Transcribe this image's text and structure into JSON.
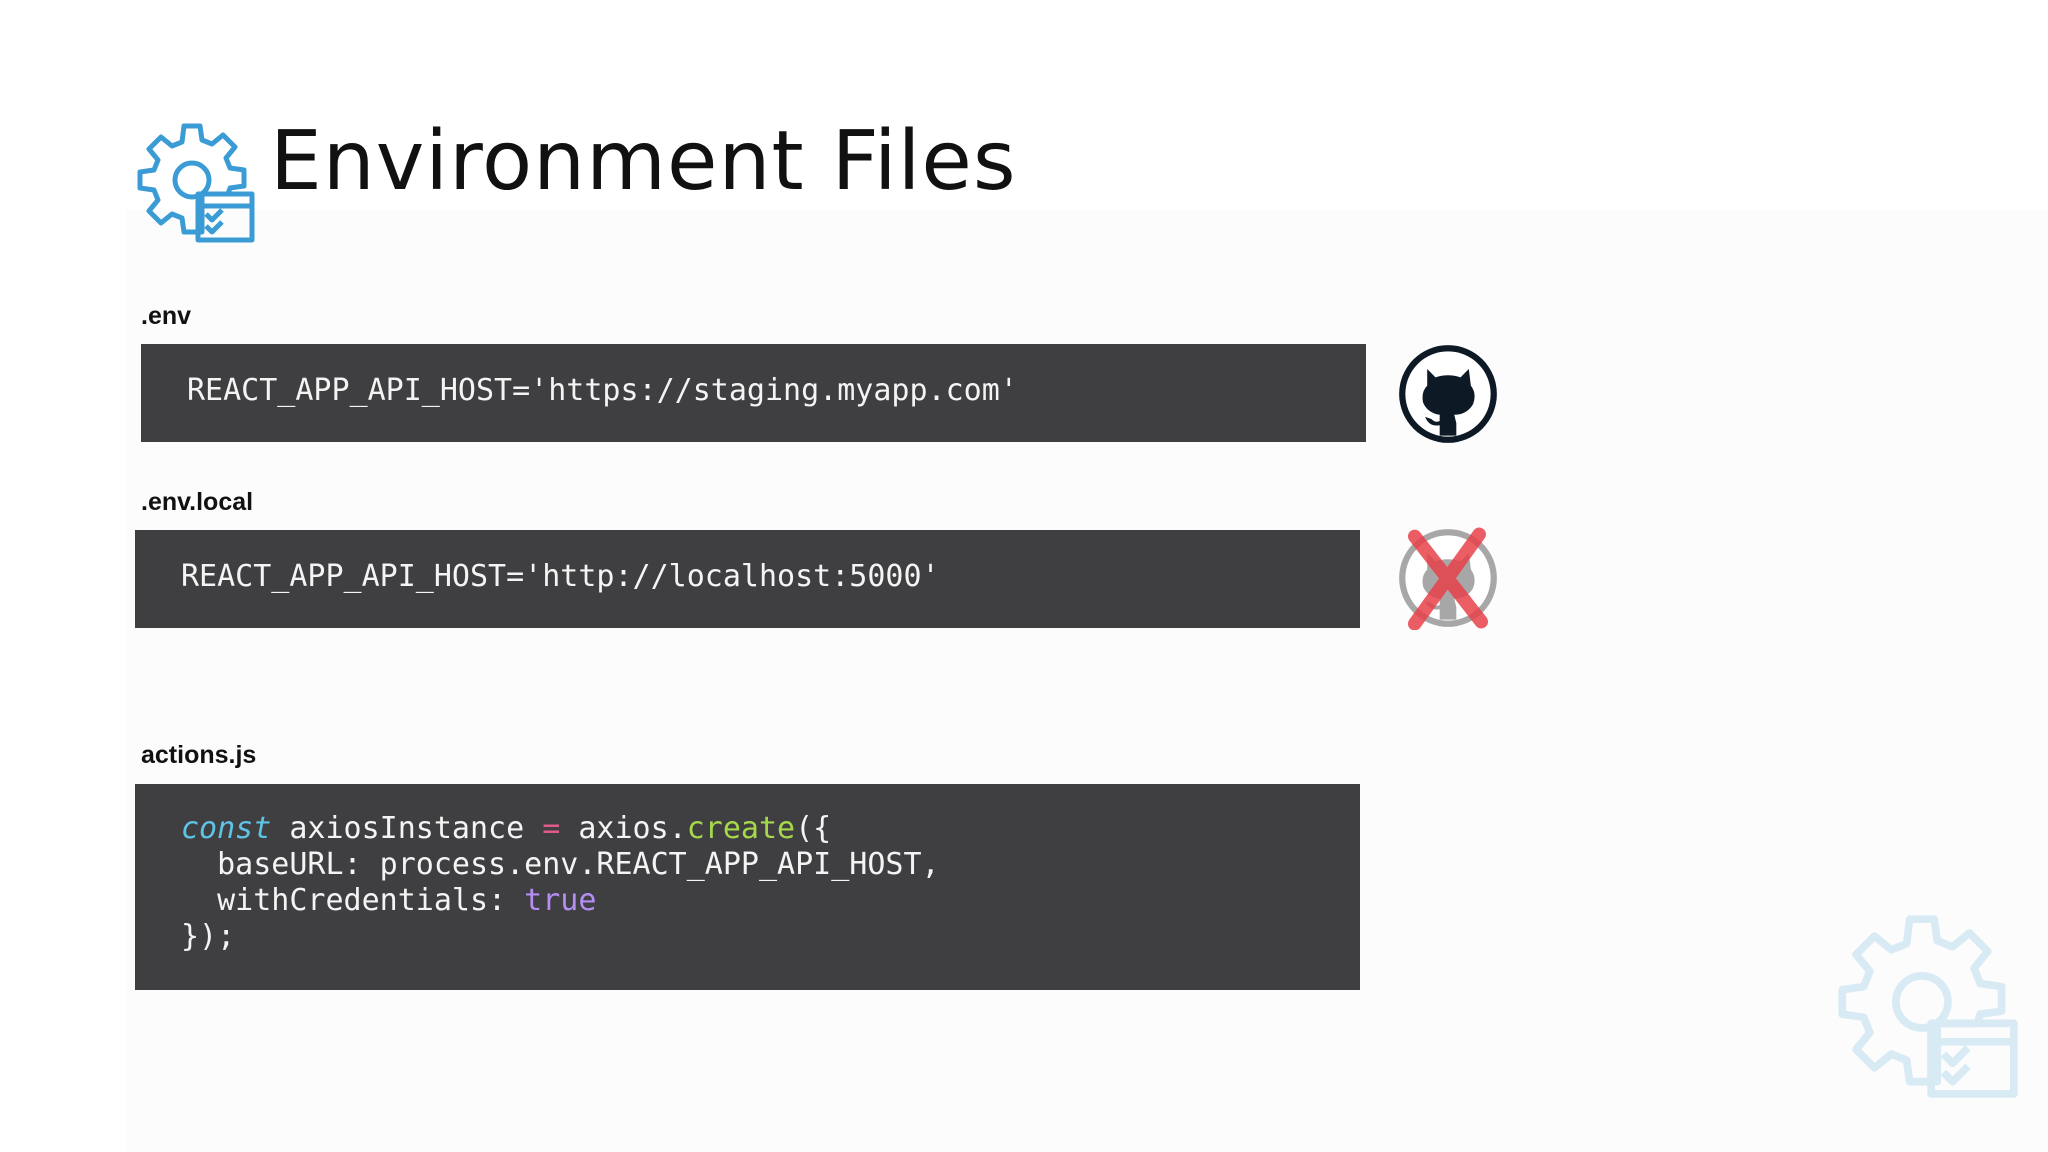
{
  "slide": {
    "title": "Environment Files",
    "icon": "gear-checklist-icon"
  },
  "env_file": {
    "label": ".env",
    "code": "REACT_APP_API_HOST='https://staging.myapp.com'",
    "status_icon": "github-icon"
  },
  "env_local_file": {
    "label": ".env.local",
    "code": "REACT_APP_API_HOST='http://localhost:5000'",
    "status_icon": "github-crossed-out-icon"
  },
  "actions_file": {
    "label": "actions.js",
    "line1": {
      "kw": "const",
      "ident": " axiosInstance ",
      "op": "=",
      "obj": " axios.",
      "fn": "create",
      "rest": "({"
    },
    "line2": "  baseURL: process.env.REACT_APP_API_HOST,",
    "line3": {
      "key": "  withCredentials: ",
      "bool": "true"
    },
    "line4": "});"
  },
  "colors": {
    "code_background": "#3f3e41",
    "code_text": "#f4f4f4",
    "keyword": "#5ec4e6",
    "operator": "#e05a8a",
    "function": "#a6d84a",
    "boolean": "#b48ef2",
    "icon_blue": "#3a9bd5",
    "github_dark": "#0d1a26",
    "cross_red": "#e8424a"
  }
}
